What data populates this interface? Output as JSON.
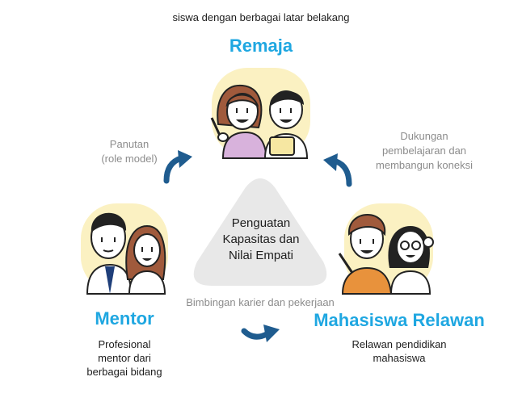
{
  "top_caption": "siswa dengan berbagai latar belakang",
  "center": {
    "line1": "Penguatan",
    "line2": "Kapasitas dan",
    "line3": "Nilai Empati"
  },
  "roles": {
    "remaja": {
      "title": "Remaja"
    },
    "mentor": {
      "title": "Mentor",
      "desc_line1": "Profesional",
      "desc_line2": "mentor dari",
      "desc_line3": "berbagai bidang"
    },
    "relawan": {
      "title": "Mahasiswa Relawan",
      "desc_line1": "Relawan pendidikan",
      "desc_line2": "mahasiswa"
    }
  },
  "links": {
    "mentor_to_remaja": {
      "line1": "Panutan",
      "line2": "(role model)"
    },
    "relawan_to_remaja": {
      "line1": "Dukungan",
      "line2": "pembelajaran dan",
      "line3": "membangun koneksi"
    },
    "mentor_to_relawan": {
      "line1": "Bimbingan karier dan pekerjaan"
    }
  },
  "colors": {
    "accent": "#1fa7e1",
    "arrow": "#1f5c8f",
    "portrait_bg": "#fbf1c2",
    "center_bg": "#e8e8e8"
  },
  "icons": [
    "curved-arrow-icon",
    "teen-girl-icon",
    "teen-boy-icon",
    "mentor-man-icon",
    "mentor-woman-icon",
    "volunteer-man-icon",
    "volunteer-woman-icon"
  ]
}
